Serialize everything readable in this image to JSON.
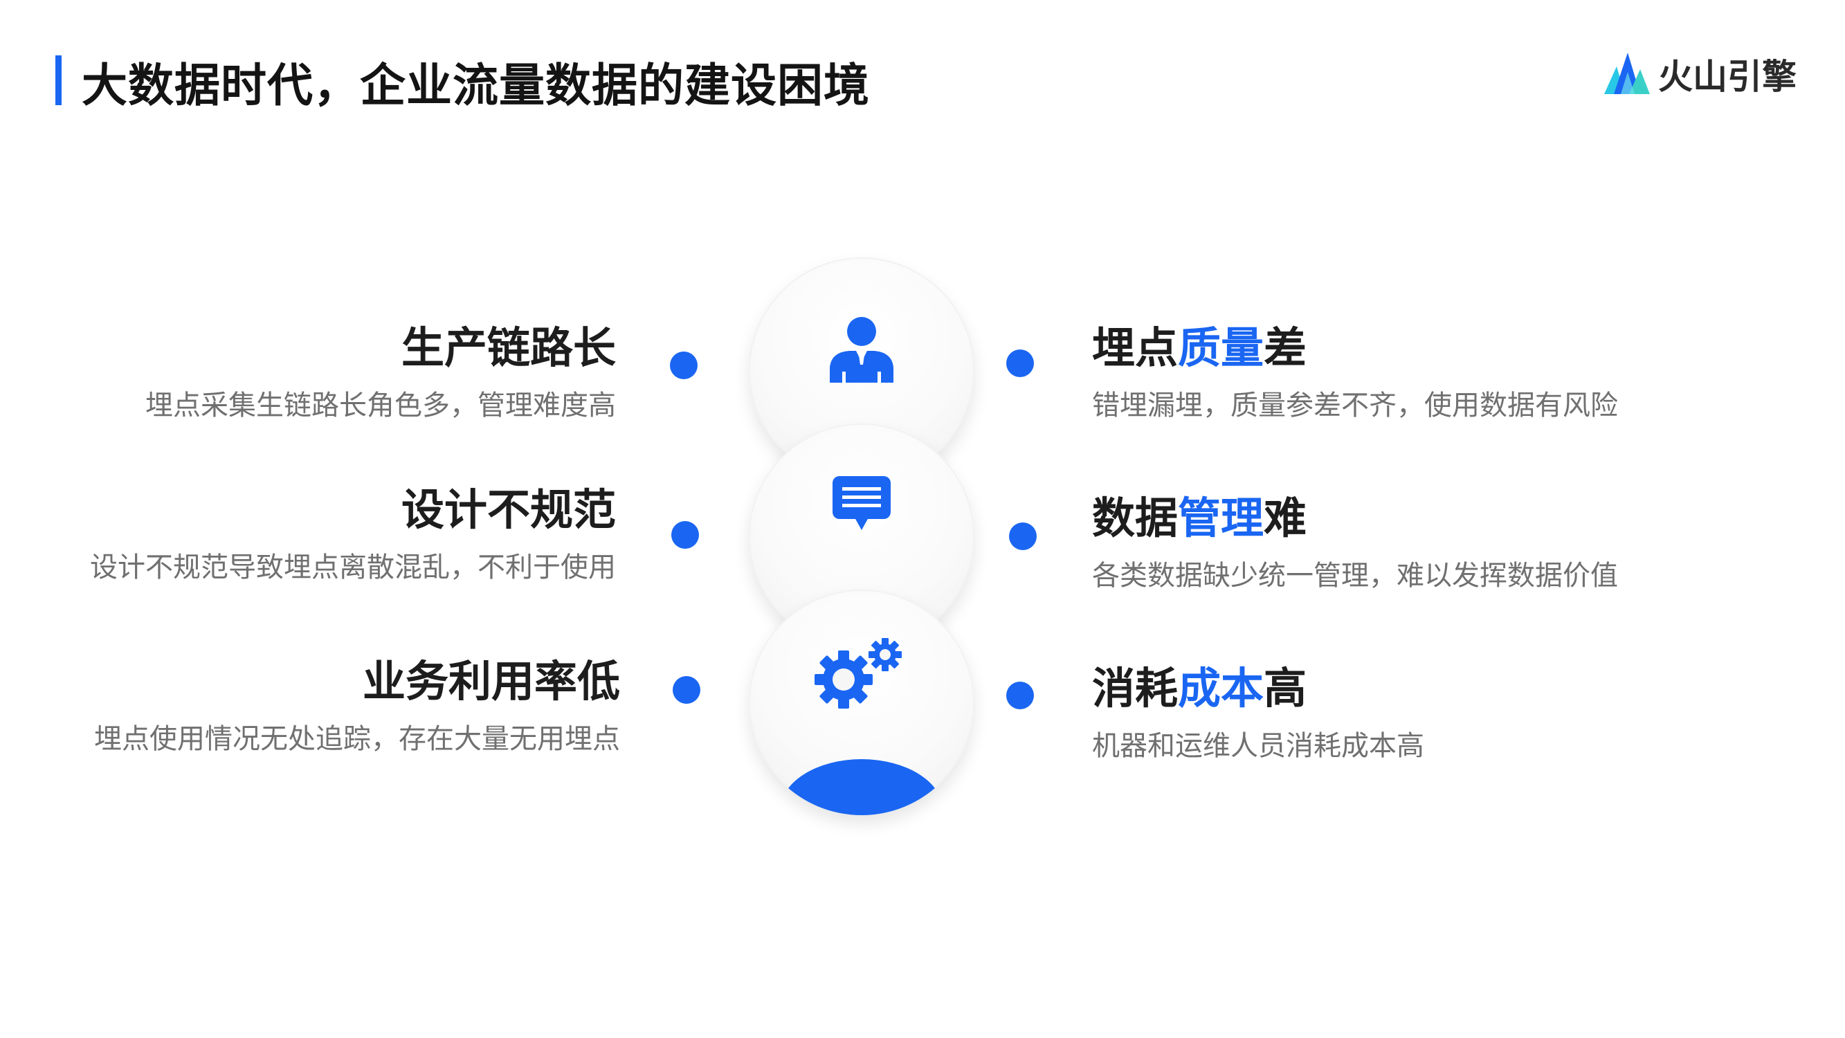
{
  "header": {
    "title": "大数据时代，企业流量数据的建设困境",
    "brand_name": "火山引擎",
    "brand_icon": "volcano-mountain-icon",
    "accent_color": "#1a66f2"
  },
  "left_items": [
    {
      "title": "生产链路长",
      "desc": "埋点采集生链路长角色多，管理难度高"
    },
    {
      "title": "设计不规范",
      "desc": "设计不规范导致埋点离散混乱，不利于使用"
    },
    {
      "title": "业务利用率低",
      "desc": "埋点使用情况无处追踪，存在大量无用埋点"
    }
  ],
  "right_items": [
    {
      "title_pre": "埋点",
      "title_hl": "质量",
      "title_post": "差",
      "desc": "错埋漏埋，质量参差不齐，使用数据有风险"
    },
    {
      "title_pre": "数据",
      "title_hl": "管理",
      "title_post": "难",
      "desc": "各类数据缺少统一管理，难以发挥数据价值"
    },
    {
      "title_pre": "消耗",
      "title_hl": "成本",
      "title_post": "高",
      "desc": "机器和运维人员消耗成本高"
    }
  ],
  "circles": [
    {
      "icon": "user-icon"
    },
    {
      "icon": "chat-message-icon"
    },
    {
      "icon": "gears-icon"
    }
  ]
}
